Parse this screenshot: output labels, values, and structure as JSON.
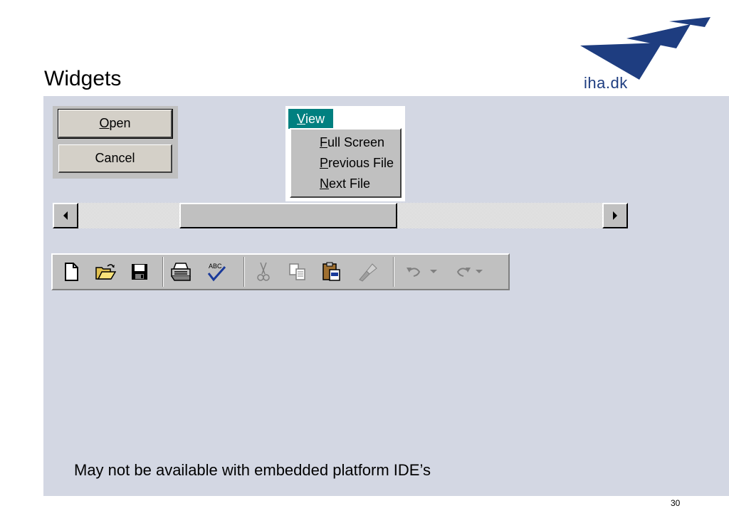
{
  "slide": {
    "title": "Widgets",
    "logo_text": "iha.dk",
    "note": "May not be available with embedded platform IDE’s",
    "page_number": "30"
  },
  "buttons": {
    "open": {
      "underlined": "O",
      "rest": "pen"
    },
    "cancel": "Cancel"
  },
  "menu": {
    "title": {
      "underlined": "V",
      "rest": "iew"
    },
    "items": [
      {
        "underlined": "F",
        "rest": "ull Screen"
      },
      {
        "underlined": "P",
        "rest": "revious File"
      },
      {
        "underlined": "N",
        "rest": "ext File"
      }
    ]
  },
  "scrollbar": {
    "position_fraction": 0.19,
    "thumb_fraction": 0.42
  },
  "toolbar": {
    "icons": [
      "new-document-icon",
      "open-folder-icon",
      "save-icon",
      "print-icon",
      "spelling-check-icon",
      "cut-icon",
      "copy-icon",
      "paste-icon",
      "format-painter-icon",
      "undo-icon",
      "redo-icon"
    ]
  },
  "colors": {
    "panel": "#d3d7e3",
    "menu_highlight": "#008080",
    "logo_blue": "#1e3d80"
  }
}
